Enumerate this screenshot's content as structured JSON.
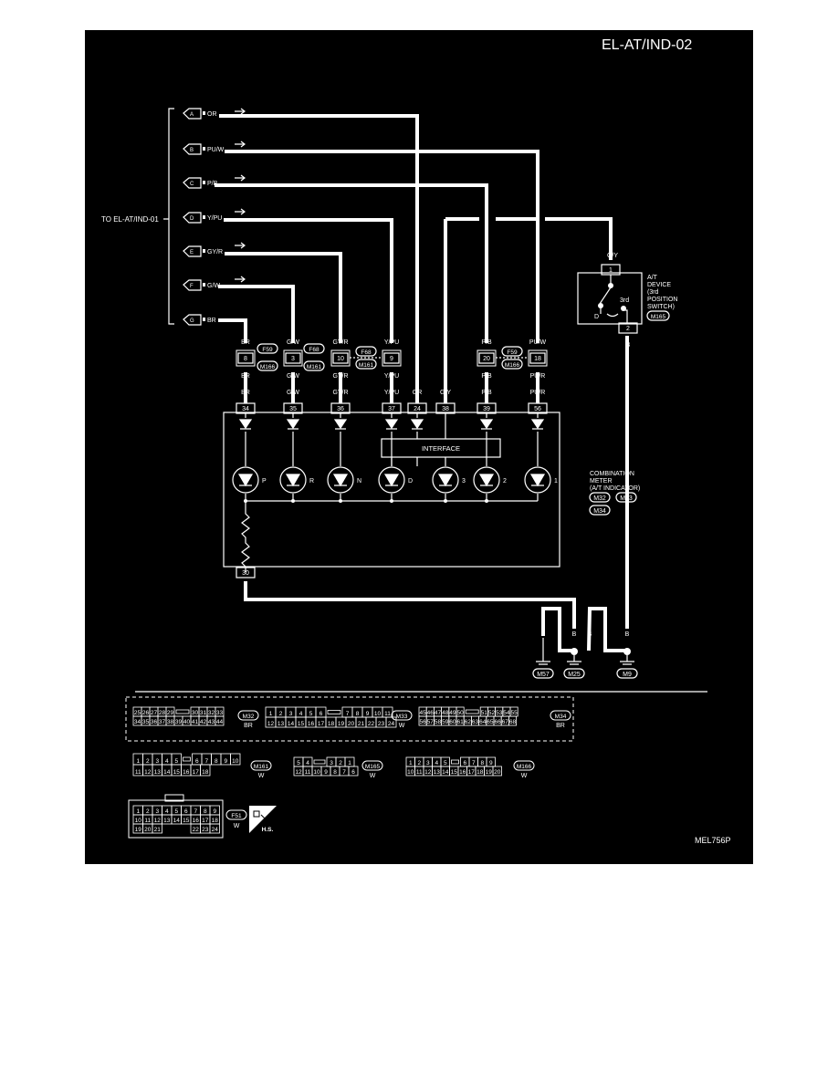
{
  "page": {
    "code": "EL-AT/IND-02",
    "figure_id": "MEL756P"
  },
  "harness_ref": "TO EL-AT/IND-01",
  "inputs": [
    {
      "letter": "A",
      "color": "OR"
    },
    {
      "letter": "B",
      "color": "PU/W"
    },
    {
      "letter": "C",
      "color": "P/B"
    },
    {
      "letter": "D",
      "color": "Y/PU"
    },
    {
      "letter": "E",
      "color": "GY/R"
    },
    {
      "letter": "F",
      "color": "G/W"
    },
    {
      "letter": "G",
      "color": "BR"
    }
  ],
  "connectors_mid": [
    {
      "pin": "8",
      "top": "BR",
      "bottom": "BR"
    },
    {
      "pin": "3",
      "top": "G/W",
      "bottom": "G/W"
    },
    {
      "pin": "10",
      "top": "GY/R",
      "bottom": "GY/R"
    },
    {
      "pin": "9",
      "top": "Y/PU",
      "bottom": "Y/PU"
    },
    {
      "pin": "20",
      "top": "P/B",
      "bottom": "P/B"
    },
    {
      "pin": "18",
      "top": "PU/W",
      "bottom": "PU/R"
    }
  ],
  "conn_labels": [
    {
      "top": "F59",
      "bottom": "M166"
    },
    {
      "top": "F68",
      "bottom": "M161"
    },
    {
      "top": "F68",
      "bottom": "M161"
    },
    {
      "top": "F59",
      "bottom": "M166"
    }
  ],
  "meter_pins": [
    {
      "pin": "34",
      "wire": "BR"
    },
    {
      "pin": "35",
      "wire": "G/W"
    },
    {
      "pin": "36",
      "wire": "GY/R"
    },
    {
      "pin": "37",
      "wire": "Y/PU"
    },
    {
      "pin": "24",
      "wire": "OR"
    },
    {
      "pin": "38",
      "wire": "G/Y"
    },
    {
      "pin": "39",
      "wire": "P/B"
    },
    {
      "pin": "56",
      "wire": "PU/R"
    }
  ],
  "interface_label": "INTERFACE",
  "lamps": [
    "P",
    "R",
    "N",
    "D",
    "3",
    "2",
    "1"
  ],
  "meter": {
    "lines": [
      "COMBINATION",
      "METER",
      "(A/T INDICATOR)"
    ],
    "connectors": [
      "M32",
      "M33",
      "M34"
    ],
    "ground_pin": "30",
    "ground_wire": "B"
  },
  "device": {
    "lines": [
      "A/T",
      "DEVICE",
      "(3rd",
      "POSITION",
      "SWITCH)"
    ],
    "connector": "M165",
    "pin_top": "1",
    "pin_bottom": "2",
    "wire_top": "G/Y",
    "wire_bottom": "B",
    "pos_d": "D",
    "pos_3rd": "3rd"
  },
  "grounds": {
    "wire": "B",
    "labels": [
      "M57",
      "M25",
      "M9"
    ]
  },
  "connector_views": {
    "m32": {
      "label": "M32",
      "color": "BR",
      "row1": [
        "25",
        "26",
        "27",
        "28",
        "29",
        "30",
        "31",
        "32",
        "33"
      ],
      "row2": [
        "34",
        "35",
        "36",
        "37",
        "38",
        "39",
        "40",
        "41",
        "42",
        "43",
        "44"
      ]
    },
    "m33": {
      "label": "M33",
      "color": "W",
      "row1": [
        "1",
        "2",
        "3",
        "4",
        "5",
        "6",
        "7",
        "8",
        "9",
        "10",
        "11"
      ],
      "row2": [
        "12",
        "13",
        "14",
        "15",
        "16",
        "17",
        "18",
        "19",
        "20",
        "21",
        "22",
        "23",
        "24"
      ]
    },
    "m34": {
      "label": "M34",
      "color": "BR",
      "row1": [
        "45",
        "46",
        "47",
        "48",
        "49",
        "50",
        "51",
        "52",
        "53",
        "54",
        "55"
      ],
      "row2": [
        "56",
        "57",
        "58",
        "59",
        "60",
        "61",
        "62",
        "63",
        "64",
        "65",
        "66",
        "67",
        "68"
      ]
    },
    "m161": {
      "label": "M161",
      "color": "W",
      "row1": [
        "1",
        "2",
        "3",
        "4",
        "5",
        "6",
        "7",
        "8",
        "9",
        "10"
      ],
      "row2": [
        "11",
        "12",
        "13",
        "14",
        "15",
        "16",
        "17",
        "18"
      ]
    },
    "m165": {
      "label": "M165",
      "color": "W",
      "row1": [
        "5",
        "4",
        "3",
        "2",
        "1"
      ],
      "row2": [
        "12",
        "11",
        "10",
        "9",
        "8",
        "7",
        "6"
      ]
    },
    "m166": {
      "label": "M166",
      "color": "W",
      "row1": [
        "1",
        "2",
        "3",
        "4",
        "5",
        "6",
        "7",
        "8",
        "9"
      ],
      "row2": [
        "10",
        "11",
        "12",
        "13",
        "14",
        "15",
        "16",
        "17",
        "18",
        "19",
        "20"
      ]
    },
    "f51": {
      "label": "F51",
      "color": "W",
      "row1": [
        "1",
        "2",
        "3",
        "4",
        "5",
        "6",
        "7",
        "8",
        "9"
      ],
      "row2": [
        "10",
        "11",
        "12",
        "13",
        "14",
        "15",
        "16",
        "17",
        "18"
      ],
      "row3": [
        "19",
        "20",
        "21",
        "22",
        "23",
        "24"
      ],
      "hs": "H.S."
    }
  }
}
